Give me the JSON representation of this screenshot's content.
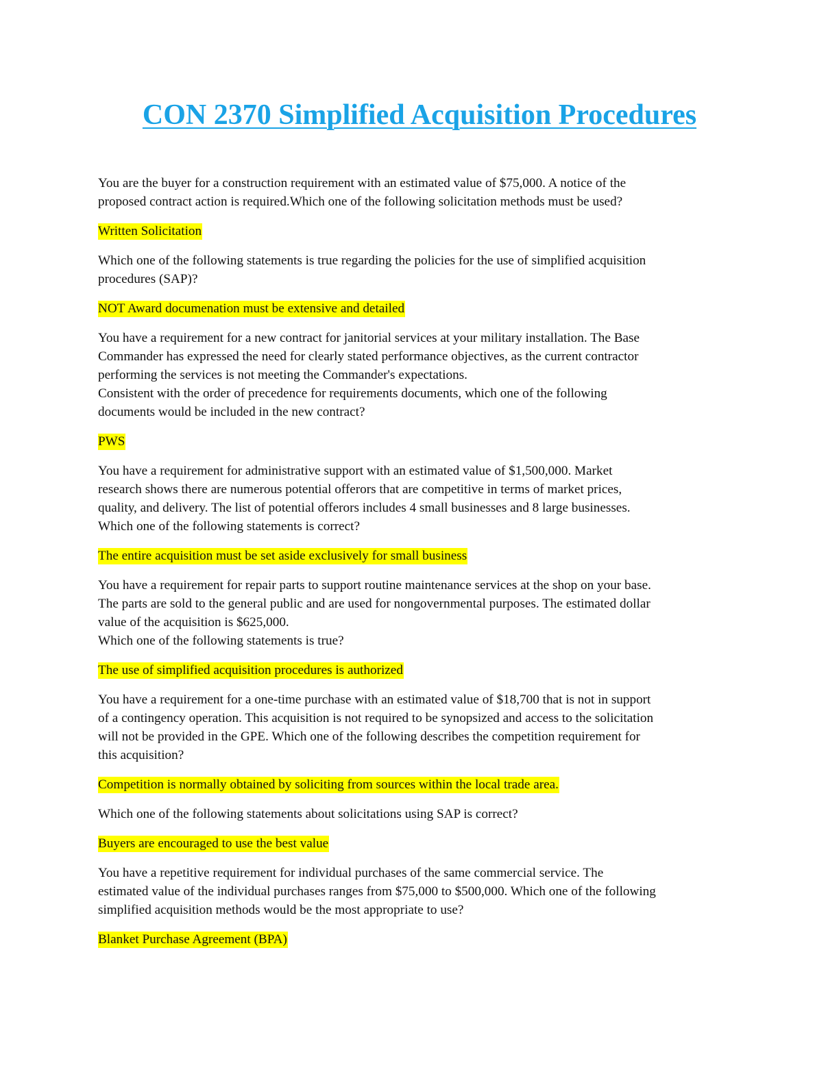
{
  "title": "CON 2370 Simplified Acquisition Procedures",
  "items": [
    {
      "question_lines": [
        "You are the buyer for a construction requirement with an estimated value of $75,000. A notice of the",
        "proposed contract action is required.Which one of the following solicitation methods must be used?"
      ],
      "answer": "Written Solicitation"
    },
    {
      "question_lines": [
        "Which one of the following statements is true regarding the policies for the use of simplified acquisition",
        "procedures (SAP)?"
      ],
      "answer": "NOT Award documenation must be extensive and detailed"
    },
    {
      "question_lines": [
        "You have a requirement for a new contract for janitorial services at your military installation. The Base",
        "Commander has expressed the need for clearly stated performance objectives, as the current contractor",
        "performing the services is not meeting the Commander's expectations.",
        "Consistent with the order of precedence for requirements documents, which one of the following",
        "documents would be included in the new contract?"
      ],
      "answer": "PWS"
    },
    {
      "question_lines": [
        "You have a requirement for administrative support with an estimated value of $1,500,000. Market",
        "research shows there are numerous potential offerors that are competitive in terms of market prices,",
        "quality, and delivery. The list of potential offerors includes 4 small businesses and 8 large businesses.",
        "Which one of the following statements is correct?"
      ],
      "answer": "The entire acquisition must be set aside exclusively for small business"
    },
    {
      "question_lines": [
        "You have a requirement for repair parts to support routine maintenance services at the shop on your base.",
        "The parts are sold to the general public and are used for nongovernmental purposes. The estimated dollar",
        "value of the acquisition is $625,000.",
        "Which one of the following statements is true?"
      ],
      "answer": "The use of simplified acquisition procedures is authorized"
    },
    {
      "question_lines": [
        "You have a requirement for a one-time purchase with an estimated value of $18,700 that is not in support",
        "of a contingency operation. This acquisition is not required to be synopsized and access to the solicitation",
        "will not be provided in the GPE. Which one of the following describes the competition requirement for",
        "this acquisition?"
      ],
      "answer": "Competition is normally obtained by soliciting from sources within the local trade area."
    },
    {
      "question_lines": [
        "Which one of the following statements about solicitations using SAP is correct?"
      ],
      "answer": "Buyers are encouraged to use the best value"
    },
    {
      "question_lines": [
        "You have a repetitive requirement for individual purchases of the same commercial service. The",
        "estimated value of the individual purchases ranges from $75,000 to $500,000. Which one of the following",
        "simplified acquisition methods would be the most appropriate to use?"
      ],
      "answer": "Blanket Purchase Agreement (BPA)"
    }
  ],
  "colors": {
    "title": "#1aa3e6",
    "highlight": "#ffff00",
    "text": "#111111"
  }
}
